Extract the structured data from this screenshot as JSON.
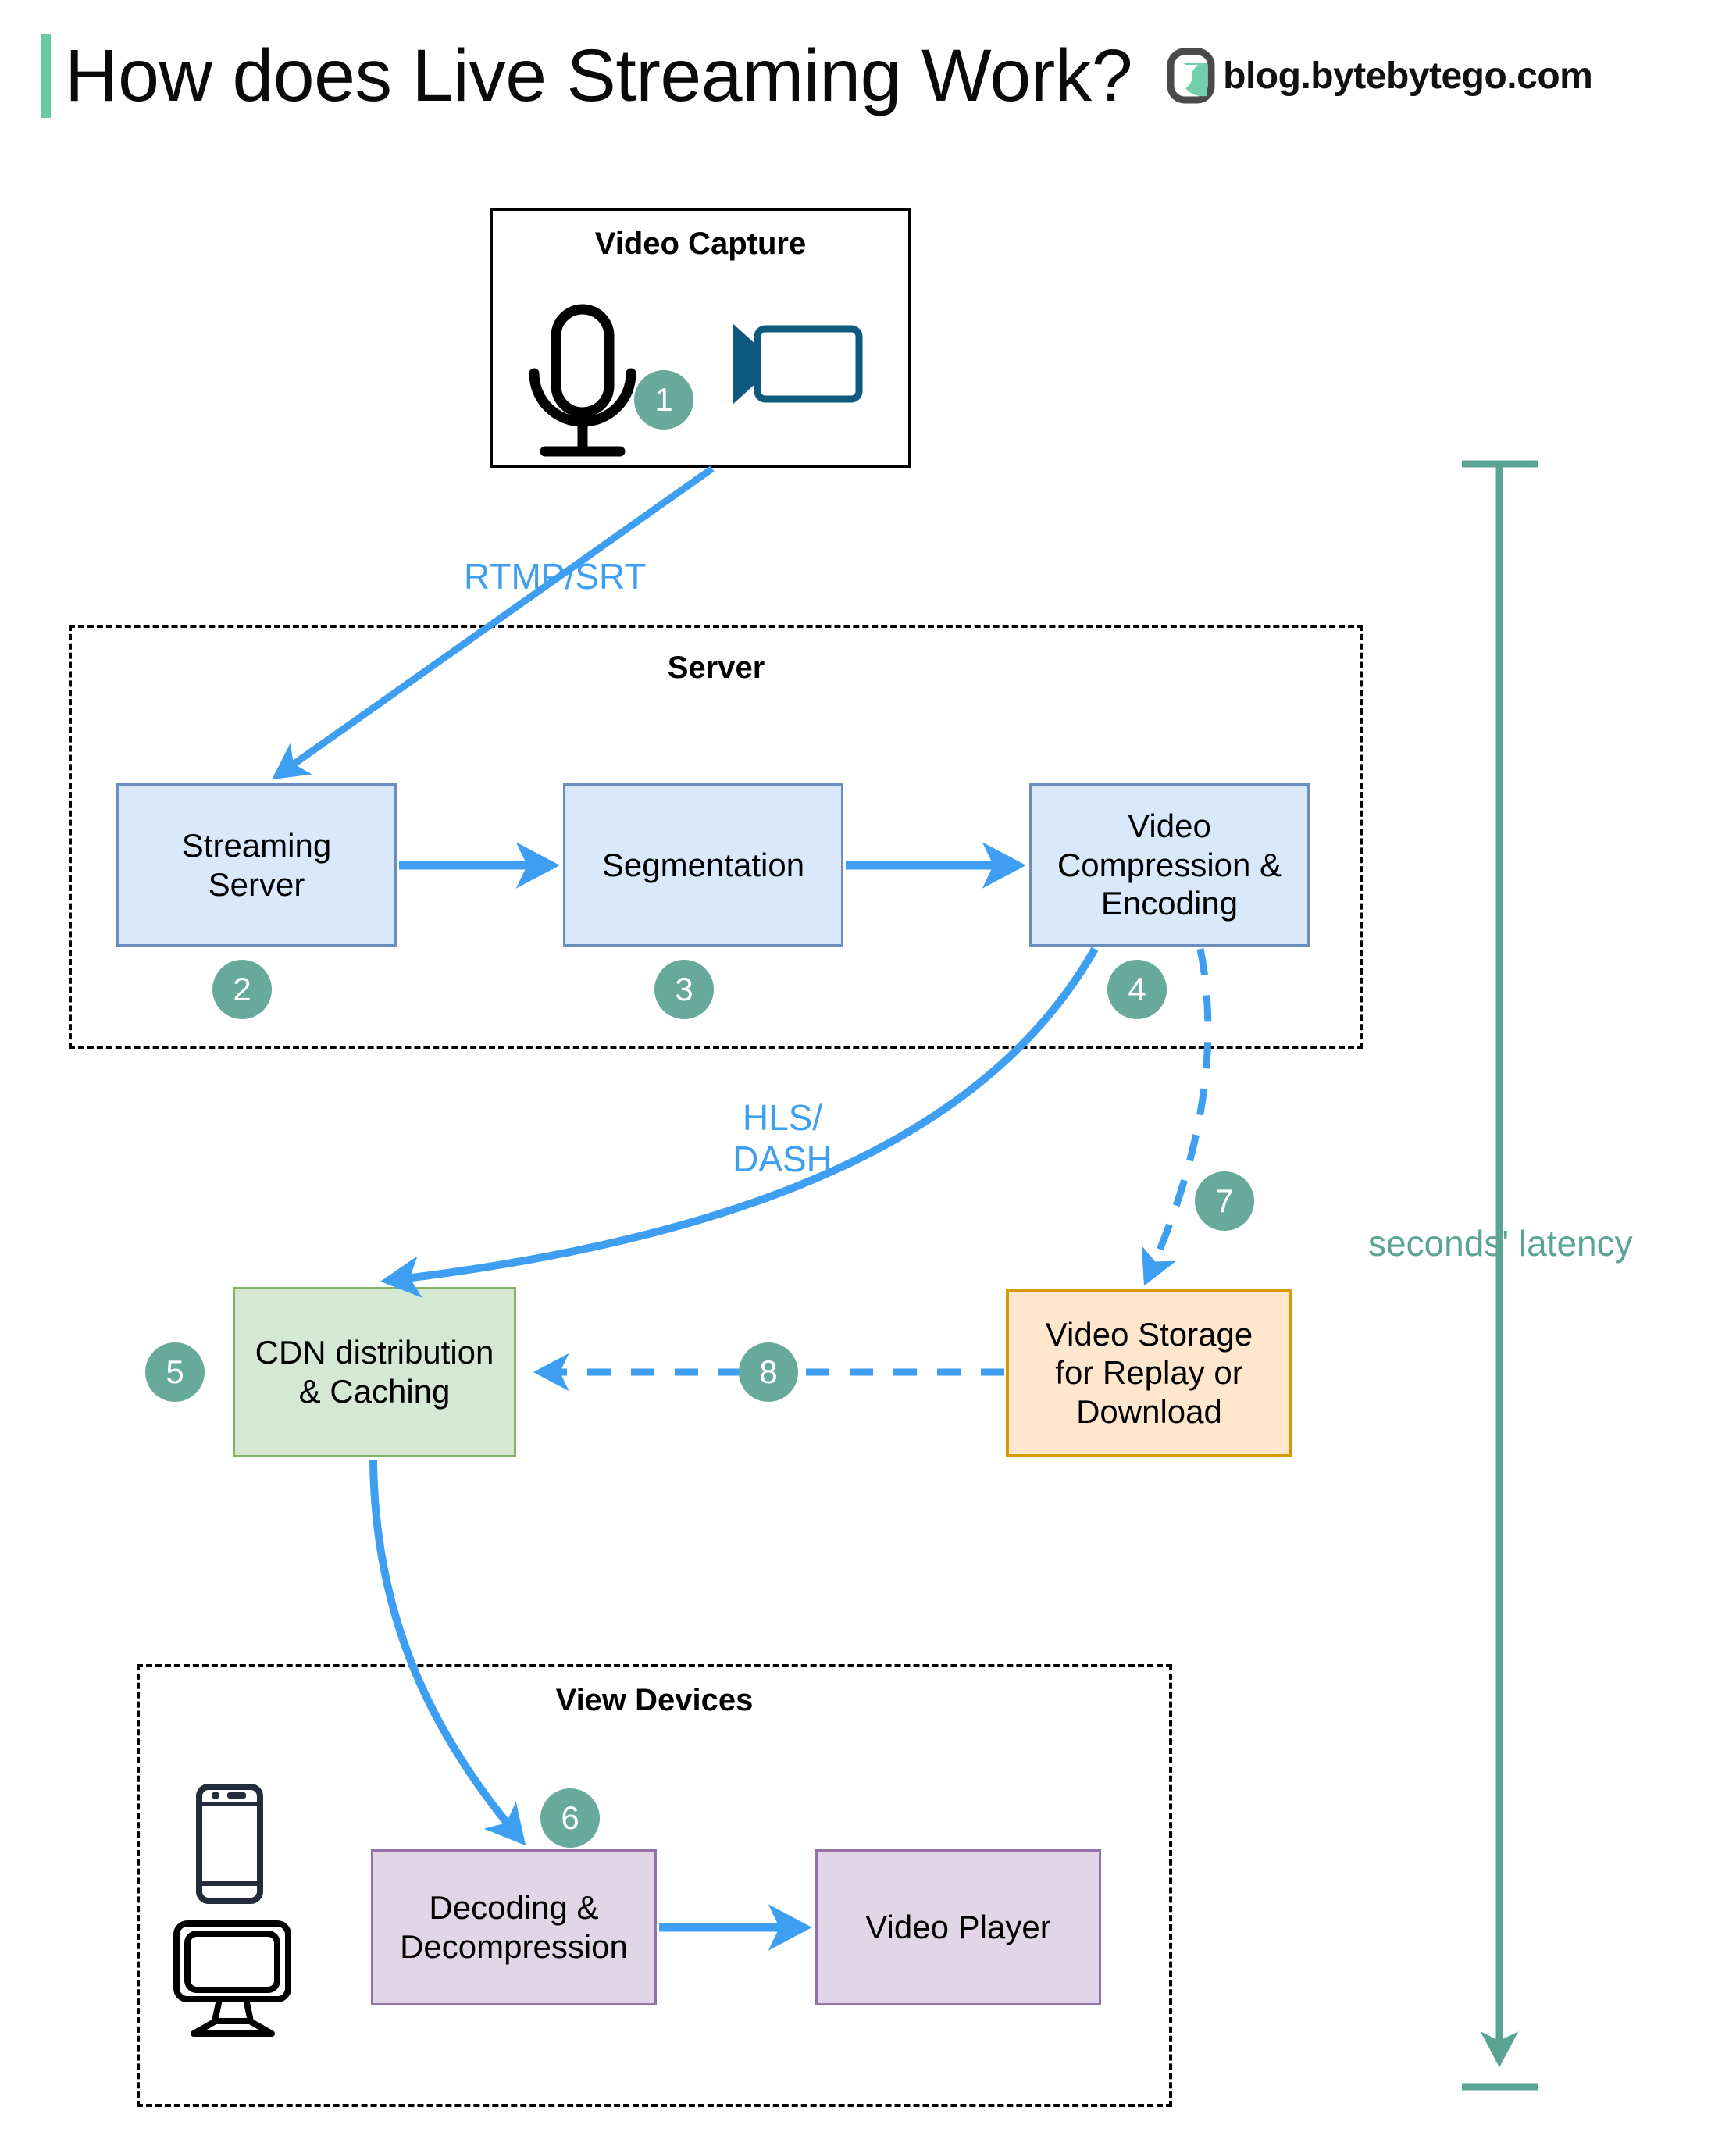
{
  "header": {
    "title": "How does Live Streaming Work?",
    "brand_text": "blog.bytebytego.com",
    "logo_icon": "bytebytego-logo-icon",
    "accent_color": "#63cb9c"
  },
  "colors": {
    "arrow_blue": "#3d9ef2",
    "badge_green": "#67a99a",
    "latency_teal": "#5aa494",
    "blue_fill": "#dae8fc",
    "blue_stroke": "#6c8ebf",
    "green_fill": "#d5e8d4",
    "green_stroke": "#82b366",
    "orange_fill": "#ffe6cc",
    "orange_stroke": "#d79b00",
    "purple_fill": "#e1d5e7",
    "purple_stroke": "#9673a6"
  },
  "groups": {
    "video_capture": {
      "title": "Video Capture",
      "icons": [
        "microphone-icon",
        "video-camera-icon"
      ]
    },
    "server": {
      "title": "Server"
    },
    "view_devices": {
      "title": "View Devices",
      "icons": [
        "smartphone-icon",
        "desktop-monitor-icon"
      ]
    }
  },
  "nodes": {
    "streaming_server": "Streaming\nServer",
    "segmentation": "Segmentation",
    "video_compression": "Video\nCompression &\nEncoding",
    "cdn": "CDN distribution\n& Caching",
    "video_storage": "Video Storage\nfor Replay or\nDownload",
    "decoding": "Decoding &\nDecompression",
    "video_player": "Video Player"
  },
  "badges": [
    {
      "number": "1",
      "for": "video-capture"
    },
    {
      "number": "2",
      "for": "streaming-server"
    },
    {
      "number": "3",
      "for": "segmentation"
    },
    {
      "number": "4",
      "for": "video-compression"
    },
    {
      "number": "5",
      "for": "cdn"
    },
    {
      "number": "6",
      "for": "decoding"
    },
    {
      "number": "7",
      "for": "storage-write"
    },
    {
      "number": "8",
      "for": "storage-to-cdn"
    }
  ],
  "edge_labels": {
    "rtmp_srt": "RTMP/SRT",
    "hls_dash": "HLS/\nDASH"
  },
  "annotations": {
    "latency": "seconds' latency"
  }
}
